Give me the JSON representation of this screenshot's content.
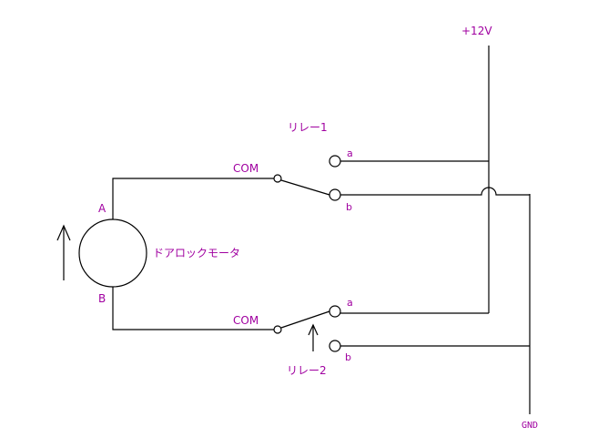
{
  "labels": {
    "supply": "+12V",
    "ground": "GND",
    "motor": "ドアロックモータ",
    "motor_terminal_a": "A",
    "motor_terminal_b": "B",
    "relay1": {
      "name": "リレー1",
      "com": "COM",
      "contact_a": "a",
      "contact_b": "b"
    },
    "relay2": {
      "name": "リレー2",
      "com": "COM",
      "contact_a": "a",
      "contact_b": "b"
    }
  },
  "colors": {
    "wire": "#000000",
    "label": "#a000a0",
    "background": "#ffffff"
  },
  "icons": {
    "motor": "circle-motor-symbol",
    "rotation_arrow": "arrow-up-icon",
    "actuation_arrow": "arrow-up-icon"
  }
}
